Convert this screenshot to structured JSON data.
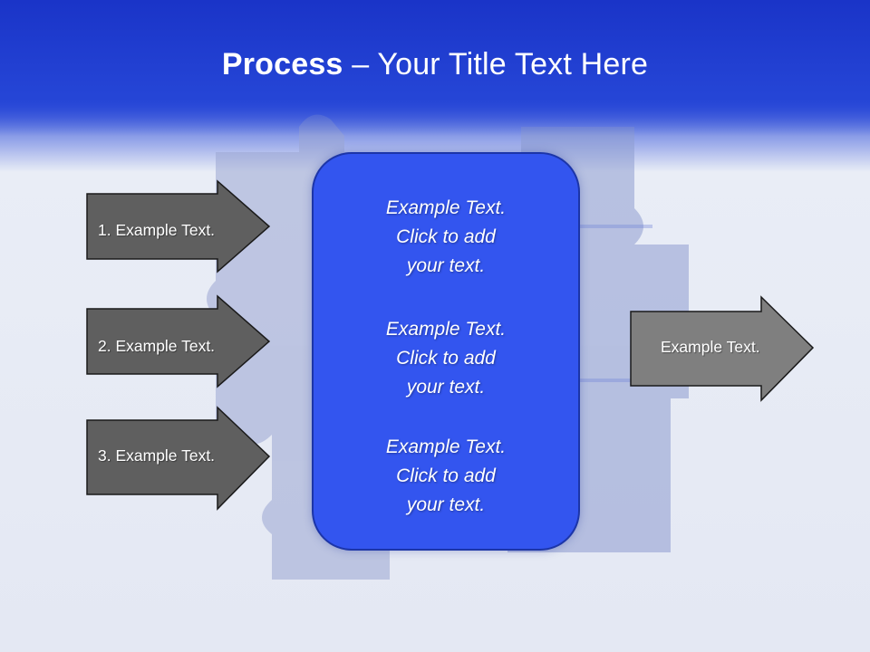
{
  "title": {
    "bold": "Process",
    "rest": " – Your Title Text Here"
  },
  "inputs": [
    {
      "label": "1. Example Text."
    },
    {
      "label": "2. Example Text."
    },
    {
      "label": "3. Example Text."
    }
  ],
  "center": {
    "items": [
      {
        "text": "Example Text.\nClick  to add\nyour text."
      },
      {
        "text": "Example Text.\nClick  to add\nyour text."
      },
      {
        "text": "Example Text.\nClick  to add\nyour text."
      }
    ]
  },
  "output": {
    "label": "Example Text."
  },
  "colors": {
    "title_band": "#1a34c8",
    "center_box": "#3355ef",
    "input_arrow": "#5f5f5f",
    "output_arrow": "#7f7f7f"
  },
  "icons": {
    "background": "puzzle-pieces-icon"
  }
}
